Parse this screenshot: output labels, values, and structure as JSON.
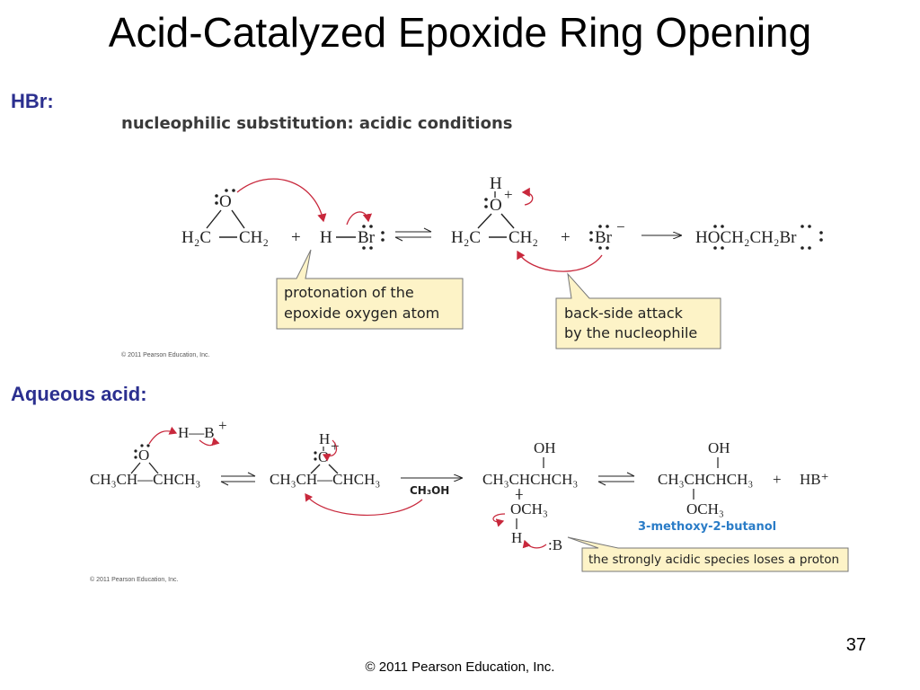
{
  "slide": {
    "title": "Acid-Catalyzed Epoxide Ring Opening",
    "page_number": "37",
    "footer": "© 2011 Pearson Education, Inc."
  },
  "hbr_section": {
    "label": "HBr:",
    "subheading": "nucleophilic substitution: acidic conditions",
    "image_credit": "© 2011 Pearson Education, Inc.",
    "callout_protonation": [
      "protonation of the",
      "epoxide oxygen atom"
    ],
    "callout_backside": [
      "back-side attack",
      "by the nucleophile"
    ],
    "species": {
      "epoxide_O": "O",
      "h2c": "H₂C",
      "ch2": "CH₂",
      "plus1": "+",
      "h": "H",
      "br": "Br",
      "prot_H": "H",
      "prot_O": "O",
      "prot_charge": "+",
      "h2c_b": "H₂C",
      "ch2_b": "CH₂",
      "plus2": "+",
      "bromide": "Br",
      "bromide_charge": "−",
      "product": "HOCH₂CH₂Br"
    }
  },
  "aqueous_section": {
    "label": "Aqueous acid:",
    "image_credit": "© 2011 Pearson Education, Inc.",
    "reagent": "CH₃OH",
    "product_name": "3-methoxy-2-butanol",
    "callout_proton": "the strongly acidic species loses a proton",
    "species": {
      "hb": "H—B",
      "hb_charge": "+",
      "epoxide_O": "O",
      "chain1": "CH₃CH—CHCH₃",
      "prot_H": "H",
      "prot_O": "O",
      "prot_charge": "+",
      "chain2": "CH₃CH—CHCH₃",
      "oh1": "OH",
      "chain3": "CH₃CHCHCH₃",
      "plus_charge": "+",
      "och3": "OCH₃",
      "h_int": "H",
      "base": ":B",
      "oh2": "OH",
      "chain4": "CH₃CHCHCH₃",
      "plus": "+",
      "hb_product": "HB⁺",
      "och3_product": "OCH₃"
    }
  }
}
